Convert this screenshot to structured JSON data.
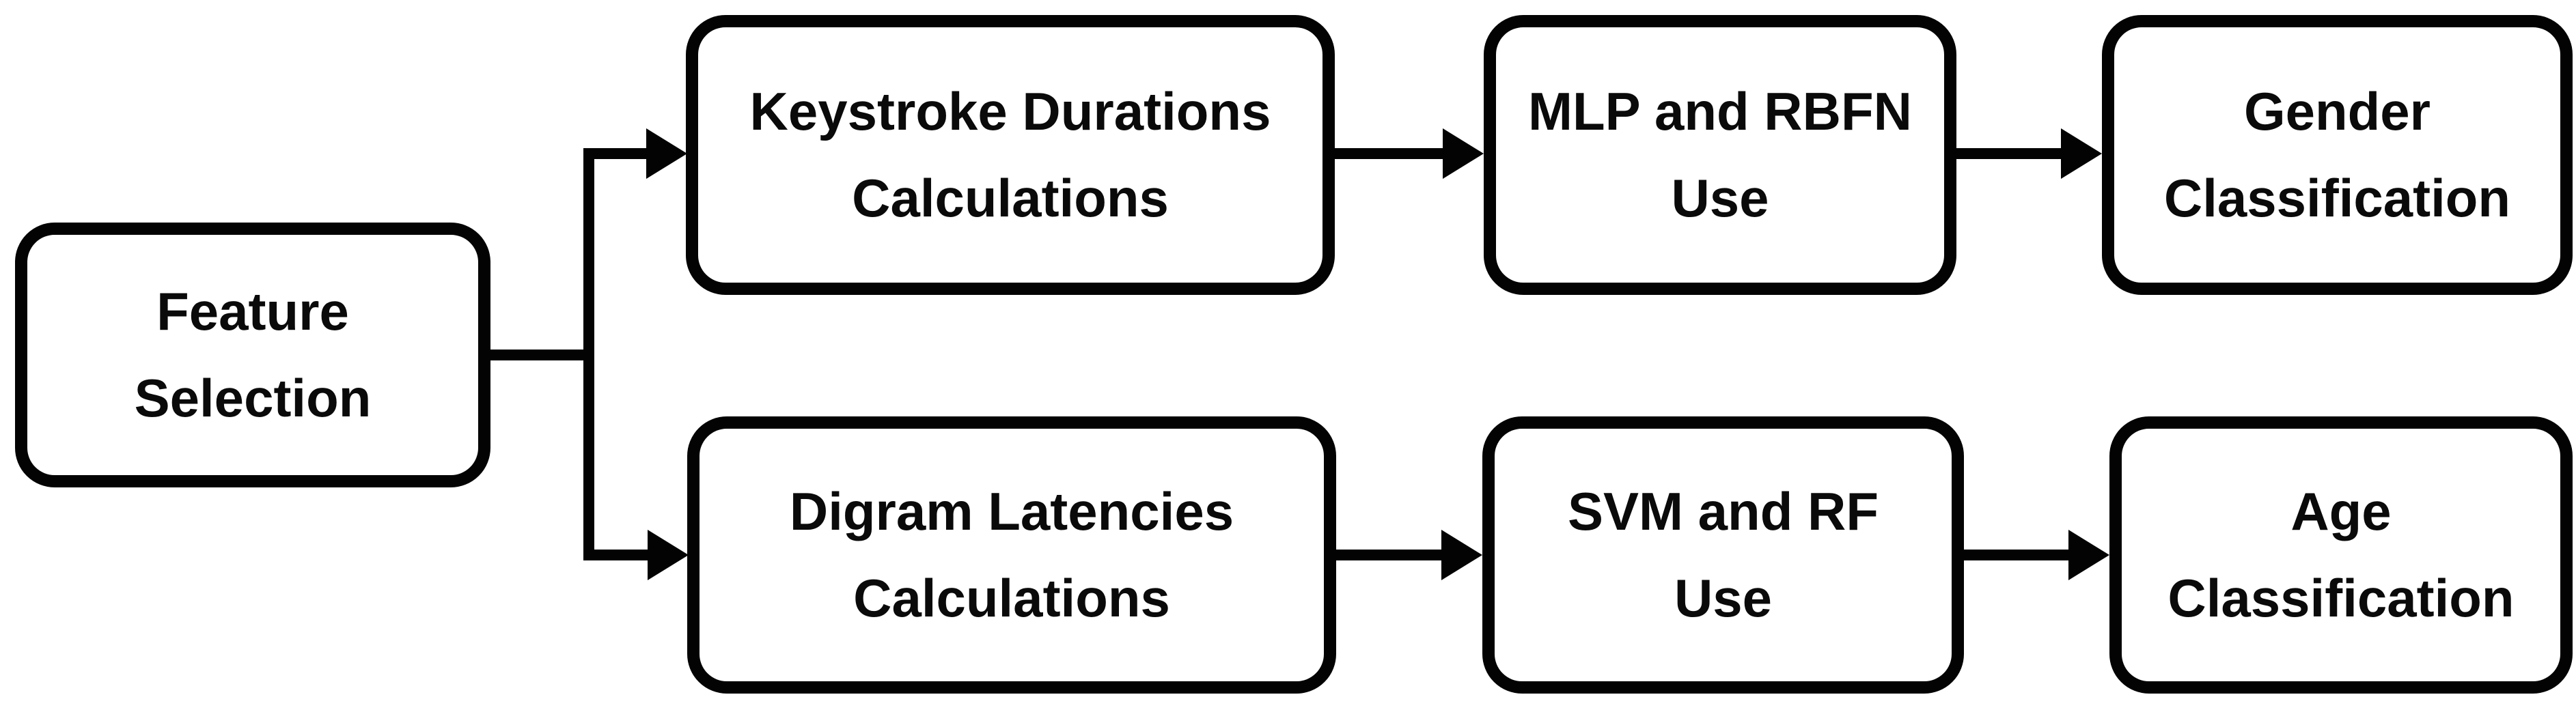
{
  "diagram": {
    "title": "Feature selection and classification pipeline flowchart",
    "colors": {
      "background": "#ffffff",
      "stroke": "#030303",
      "text": "#0a0a0a"
    },
    "nodes": {
      "feature": {
        "line1": "Feature",
        "line2": "Selection"
      },
      "keystroke": {
        "line1": "Keystroke Durations",
        "line2": "Calculations"
      },
      "mlp": {
        "line1": "MLP and RBFN",
        "line2": "Use"
      },
      "gender": {
        "line1": "Gender",
        "line2": "Classification"
      },
      "digram": {
        "line1": "Digram Latencies",
        "line2": "Calculations"
      },
      "svm": {
        "line1": "SVM and RF",
        "line2": "Use"
      },
      "age": {
        "line1": "Age",
        "line2": "Classification"
      }
    },
    "edges": [
      {
        "from": "Feature Selection",
        "to": "Keystroke Durations Calculations"
      },
      {
        "from": "Feature Selection",
        "to": "Digram Latencies Calculations"
      },
      {
        "from": "Keystroke Durations Calculations",
        "to": "MLP and RBFN Use"
      },
      {
        "from": "MLP and RBFN Use",
        "to": "Gender Classification"
      },
      {
        "from": "Digram Latencies Calculations",
        "to": "SVM and RF Use"
      },
      {
        "from": "SVM and RF Use",
        "to": "Age Classification"
      }
    ]
  }
}
